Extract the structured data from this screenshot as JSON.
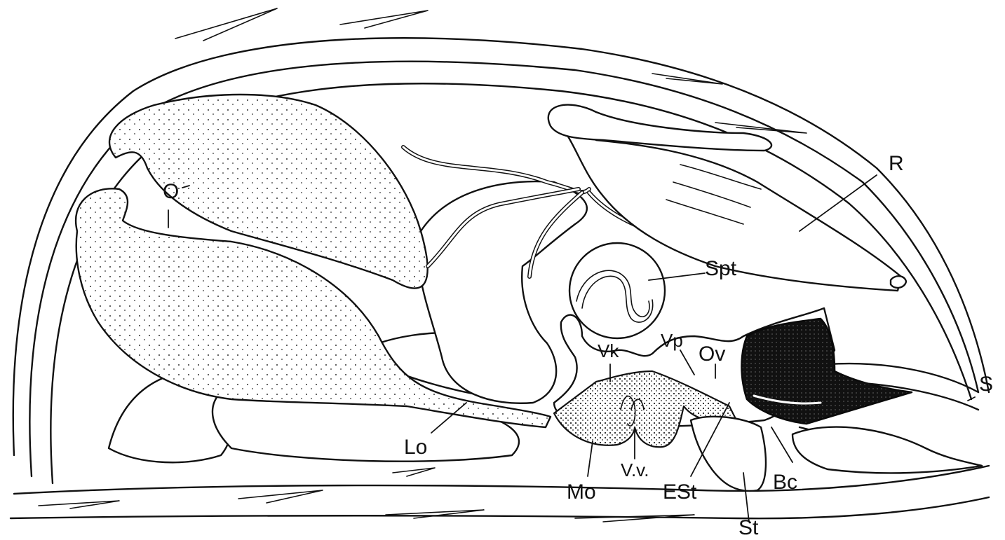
{
  "figure": {
    "labels": {
      "R": "R",
      "O": "O",
      "Spt": "Spt",
      "Vk": "Vk",
      "Vp": "Vp",
      "Ov": "Ov",
      "S": "S",
      "Lo": "Lo",
      "Mo": "Mo",
      "Vv": "V.v.",
      "ESt": "ESt",
      "Bc": "Bc",
      "St": "St"
    }
  }
}
